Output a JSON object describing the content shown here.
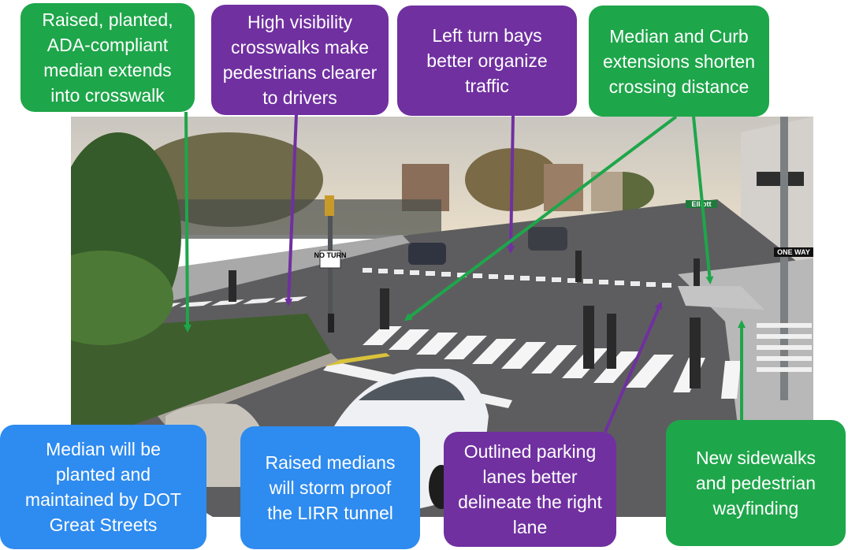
{
  "callouts": {
    "median_crosswalk": "Raised, planted, ADA-compliant median extends into crosswalk",
    "high_visibility": "High visibility crosswalks make pedestrians clearer to drivers",
    "left_turn": "Left turn bays better organize traffic",
    "curb_extensions": "Median and Curb extensions shorten crossing distance",
    "median_planted": "Median will be planted and maintained by DOT Great Streets",
    "raised_medians": "Raised medians will storm proof the LIRR tunnel",
    "parking_lanes": "Outlined parking lanes better delineate the right lane",
    "sidewalks": "New sidewalks and pedestrian wayfinding"
  },
  "scene": {
    "no_turn_sign": "NO TURN",
    "one_way_sign": "ONE WAY",
    "street_sign": "Elliott"
  },
  "colors": {
    "green": "#1ea64a",
    "purple": "#7030a0",
    "blue": "#2e8bef"
  }
}
